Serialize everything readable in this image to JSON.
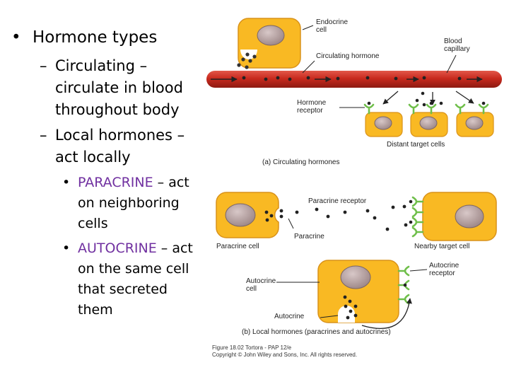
{
  "bullets": {
    "main": "Hormone types",
    "circulating": "Circulating – circulate in blood throughout body",
    "local": "Local hormones – act locally",
    "paracrine_kw": "PARACRINE",
    "paracrine_rest": " – act on neighboring cells",
    "autocrine_kw": "AUTOCRINE",
    "autocrine_rest": " – act on the same cell that secreted them"
  },
  "diagram": {
    "endocrine_cell": "Endocrine\ncell",
    "circulating_hormone": "Circulating hormone",
    "blood_capillary": "Blood\ncapillary",
    "hormone_receptor": "Hormone\nreceptor",
    "distant_target_cells": "Distant target cells",
    "caption_a": "(a) Circulating hormones",
    "paracrine_receptor": "Paracrine receptor",
    "paracrine": "Paracrine",
    "paracrine_cell": "Paracrine cell",
    "nearby_target_cell": "Nearby target cell",
    "autocrine_cell": "Autocrine\ncell",
    "autocrine_receptor": "Autocrine\nreceptor",
    "autocrine": "Autocrine",
    "caption_b": "(b) Local hormones (paracrines and autocrines)",
    "figure_credit_1": "Figure 18.02 Tortora - PAP 12/e",
    "figure_credit_2": "Copyright © John Wiley and Sons, Inc. All rights reserved."
  },
  "colors": {
    "cell_fill": "#f9b923",
    "cell_stroke": "#d9921a",
    "nucleus": "#b7a2a2",
    "vessel": "#c82a1e",
    "receptor": "#6fbf4a",
    "purple": "#7030a0"
  }
}
